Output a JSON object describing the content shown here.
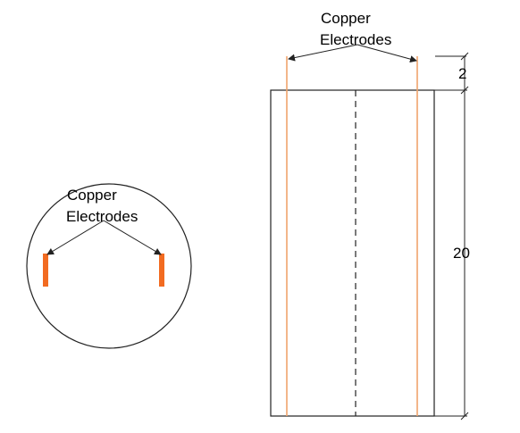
{
  "top_view": {
    "label_line1": "Copper",
    "label_line2": "Electrodes"
  },
  "side_view": {
    "label_line1": "Copper",
    "label_line2": "Electrodes",
    "dim_top": "2",
    "dim_height": "20"
  },
  "colors": {
    "electrode": "#f26b21",
    "electrode_line": "#f0a46c",
    "outline": "#222222"
  }
}
